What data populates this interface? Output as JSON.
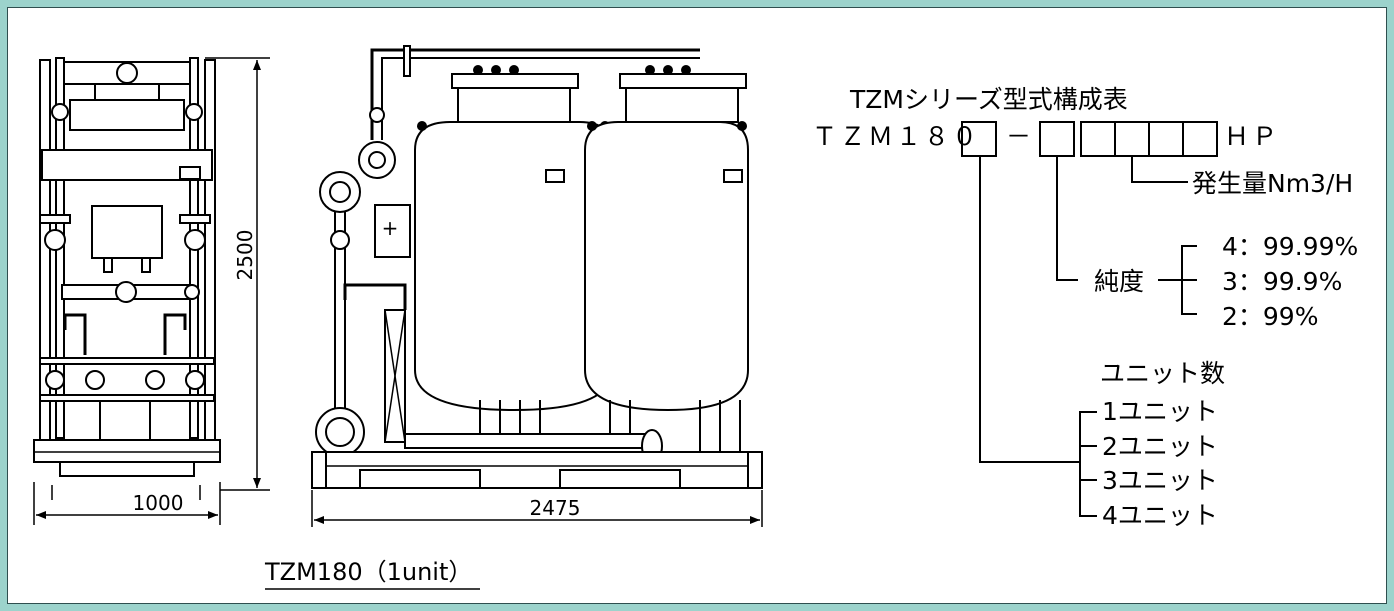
{
  "diagram": {
    "dimensions": {
      "front_width": "1000",
      "side_width": "2475",
      "height": "2500"
    },
    "caption": "TZM180（1unit）",
    "model_table": {
      "title": "TZMシリーズ型式構成表",
      "code_prefix": "ＴＺＭ１８０",
      "dash": "－",
      "code_suffix": "ＨＰ",
      "capacity_label": "発生量Nm3/H",
      "purity_label": "純度",
      "purity_options": [
        "4：99.99%",
        "3：99.9%",
        "2：99%"
      ],
      "units_label": "ユニット数",
      "unit_options": [
        "1ユニット",
        "2ユニット",
        "3ユニット",
        "4ユニット"
      ]
    },
    "colors": {
      "background": "#9cd3cc",
      "line": "#000000"
    }
  }
}
